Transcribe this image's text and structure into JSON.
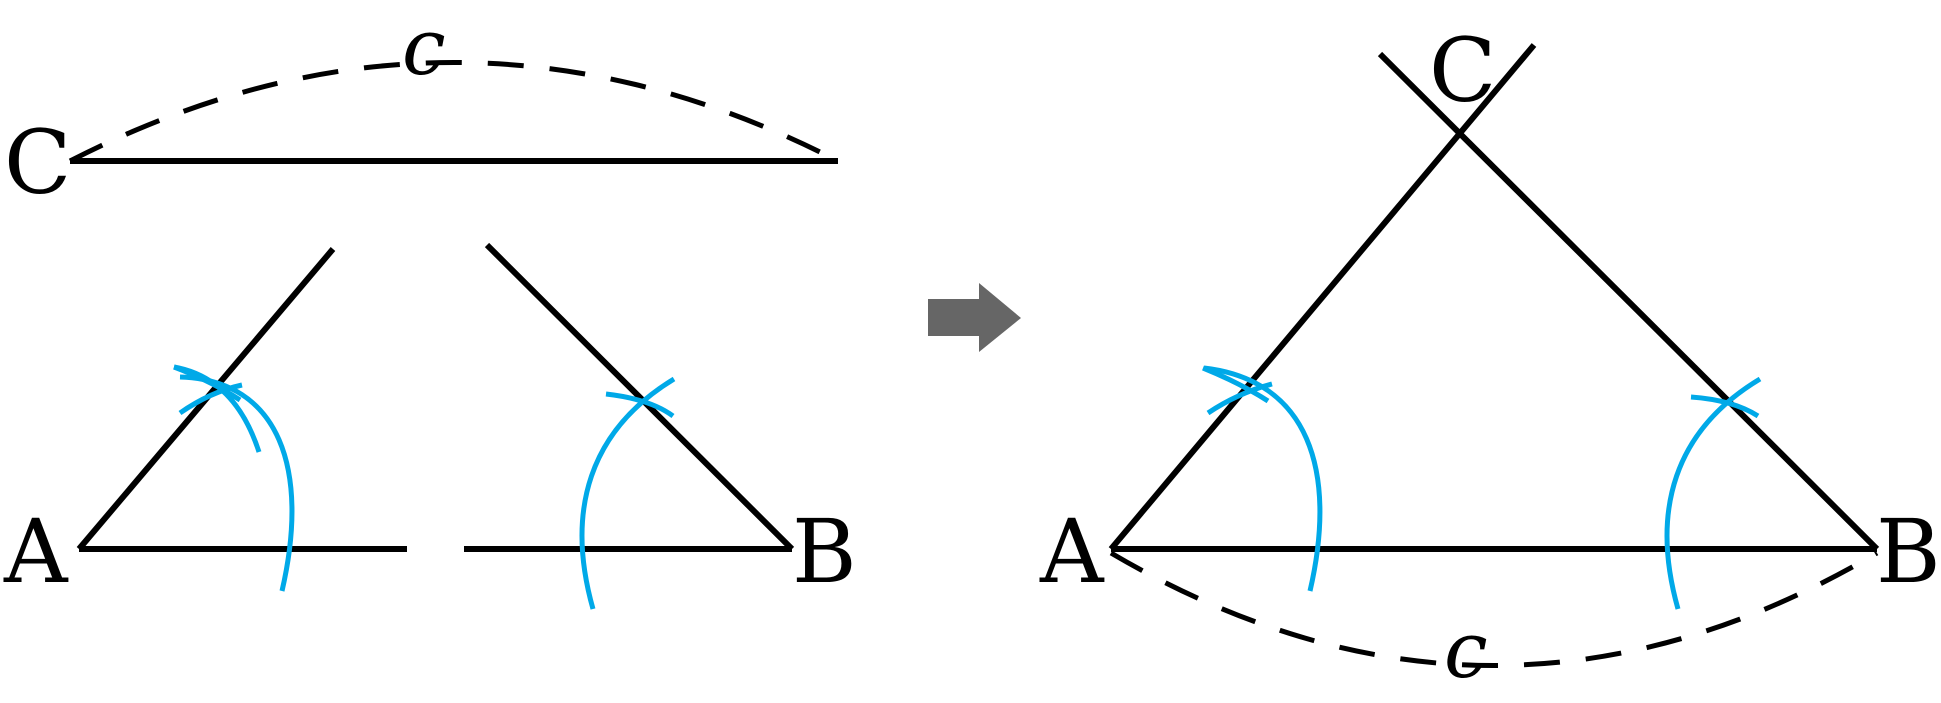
{
  "colors": {
    "line": "#000000",
    "construction_arc": "#00a9e8",
    "arrow": "#666666"
  },
  "labels": {
    "left_C": "C",
    "left_c": "c",
    "left_A": "A",
    "left_B": "B",
    "right_C": "C",
    "right_A": "A",
    "right_B": "B",
    "right_c": "c"
  },
  "arrow_icon": "right-arrow-icon"
}
